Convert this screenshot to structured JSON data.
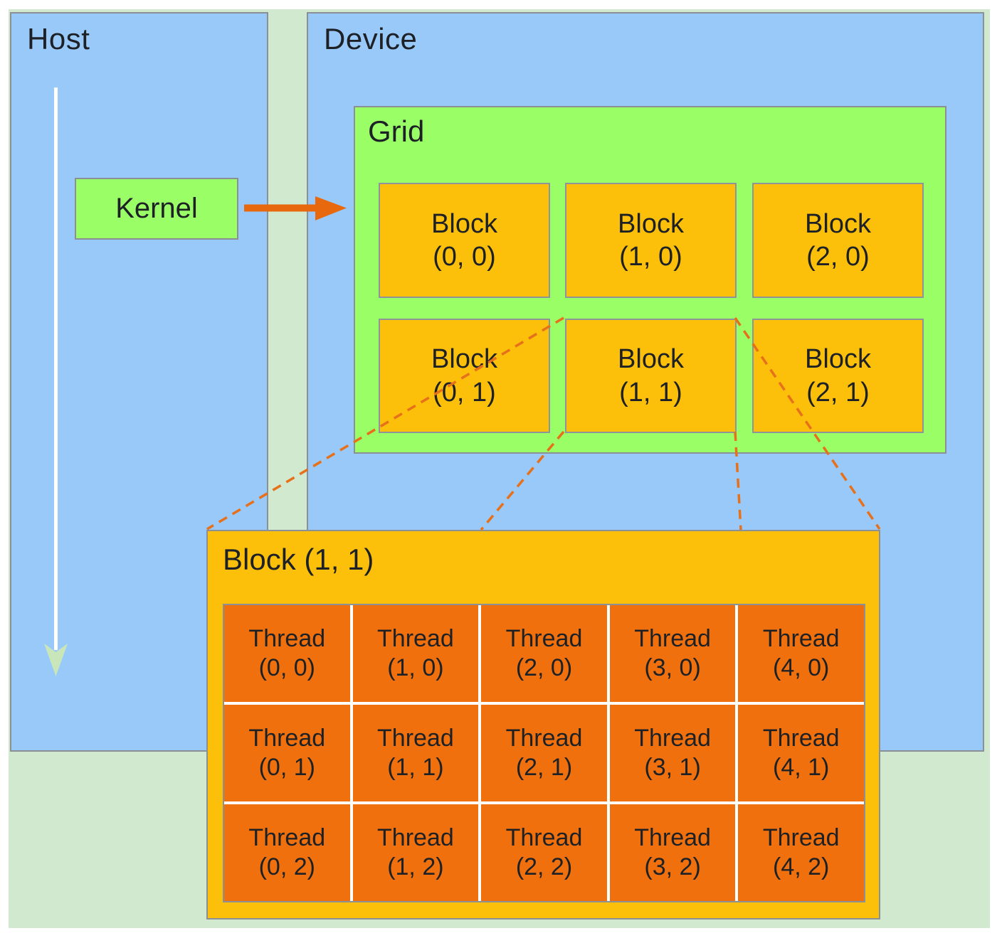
{
  "host": {
    "label": "Host"
  },
  "device": {
    "label": "Device"
  },
  "kernel": {
    "label": "Kernel"
  },
  "grid": {
    "label": "Grid",
    "blocks": [
      {
        "name": "Block",
        "coords": "(0, 0)"
      },
      {
        "name": "Block",
        "coords": "(1, 0)"
      },
      {
        "name": "Block",
        "coords": "(2, 0)"
      },
      {
        "name": "Block",
        "coords": "(0, 1)"
      },
      {
        "name": "Block",
        "coords": "(1, 1)"
      },
      {
        "name": "Block",
        "coords": "(2, 1)"
      }
    ]
  },
  "block_detail": {
    "label": "Block (1, 1)",
    "rows": [
      [
        {
          "name": "Thread",
          "coords": "(0, 0)"
        },
        {
          "name": "Thread",
          "coords": "(1, 0)"
        },
        {
          "name": "Thread",
          "coords": "(2, 0)"
        },
        {
          "name": "Thread",
          "coords": "(3, 0)"
        },
        {
          "name": "Thread",
          "coords": "(4, 0)"
        }
      ],
      [
        {
          "name": "Thread",
          "coords": "(0, 1)"
        },
        {
          "name": "Thread",
          "coords": "(1, 1)"
        },
        {
          "name": "Thread",
          "coords": "(2, 1)"
        },
        {
          "name": "Thread",
          "coords": "(3, 1)"
        },
        {
          "name": "Thread",
          "coords": "(4, 1)"
        }
      ],
      [
        {
          "name": "Thread",
          "coords": "(0, 2)"
        },
        {
          "name": "Thread",
          "coords": "(1, 2)"
        },
        {
          "name": "Thread",
          "coords": "(2, 2)"
        },
        {
          "name": "Thread",
          "coords": "(3, 2)"
        },
        {
          "name": "Thread",
          "coords": "(4, 2)"
        }
      ]
    ]
  },
  "colors": {
    "background_green": "#d0e9cf",
    "panel_blue": "#99c9f9",
    "bright_green": "#9aff66",
    "block_amber": "#fcc00b",
    "thread_orange": "#f1700e",
    "arrow_orange": "#e8680e",
    "dashed_line_orange": "#e7701a",
    "border_gray": "#8a9096",
    "host_arrow_white": "#ffffff",
    "host_arrowhead_green": "#c8e6ba",
    "text_dark": "#1d2126"
  }
}
